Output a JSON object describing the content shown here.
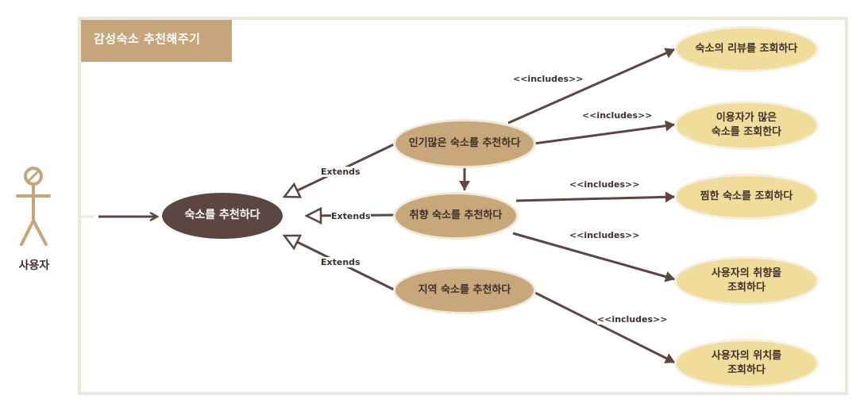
{
  "title": "감성숙소 추천해주기",
  "actor": {
    "name": "사용자",
    "icon": "stick-figure-icon"
  },
  "use_cases": {
    "main": "숙소를 추천하다",
    "popular": "인기많은 숙소를 추천하다",
    "taste": "취향 숙소를 추천하다",
    "region": "지역 숙소를 추천하다",
    "reviews": "숙소의 리뷰를 조회하다",
    "many_users": "이용자가 많은\n숙소를 조회한다",
    "liked": "찜한 숙소를 조회하다",
    "user_taste": "사용자의 취향을\n조회하다",
    "user_location": "사용자의 위치를\n조회하다"
  },
  "relations": {
    "extends_label": "Extends",
    "includes_label": "<<includes>>"
  },
  "colors": {
    "main": "#5b4641",
    "mid": "#c8a77a",
    "leaf": "#f1dd9b",
    "line": "#5b4641",
    "frame": "#ece8da"
  }
}
